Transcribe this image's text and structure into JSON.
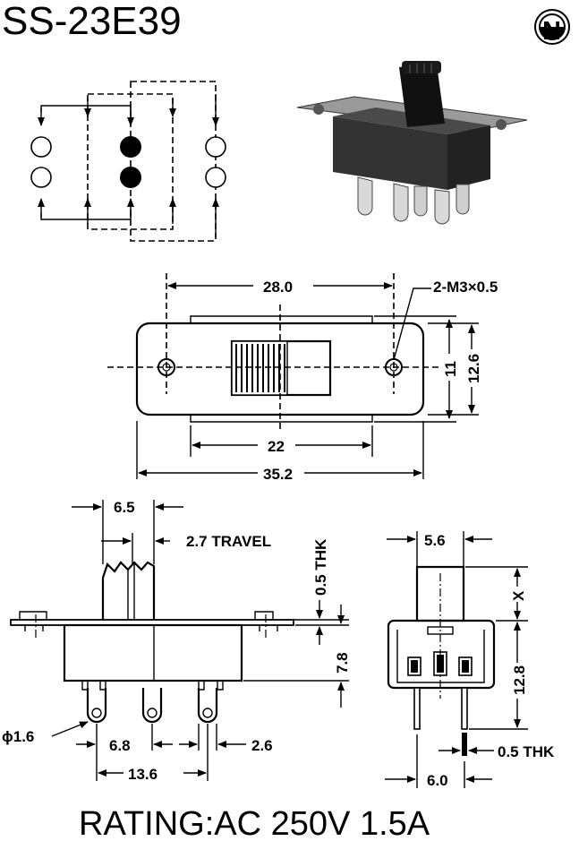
{
  "title": "SS-23E39",
  "logo": {
    "letter": "N",
    "icon": "n-logo-icon"
  },
  "rating": "RATING:AC 250V 1.5A",
  "top_view": {
    "dims": {
      "overall_length": "28.0",
      "mount_hole": "2-M3×0.5",
      "slot_width": "22",
      "body_length": "35.2",
      "height_inner": "11",
      "height_outer": "12.6"
    }
  },
  "side_view": {
    "dims": {
      "actuator_width": "6.5",
      "travel": "2.7 TRAVEL",
      "thickness": "0.5 THK",
      "body_height": "7.8",
      "pin_dia": "ϕ1.6",
      "pin_spacing": "6.8",
      "pin_gap": "2.6",
      "pin_span": "13.6"
    }
  },
  "end_view": {
    "dims": {
      "actuator_width": "5.6",
      "actuator_height": "X",
      "overall_height": "12.8",
      "pin_thickness": "0.5 THK",
      "pin_pitch": "6.0"
    }
  },
  "colors": {
    "ink": "#000000",
    "background": "#ffffff",
    "photo_body": "#3a3a3a",
    "photo_metal": "#8a8a8a"
  }
}
